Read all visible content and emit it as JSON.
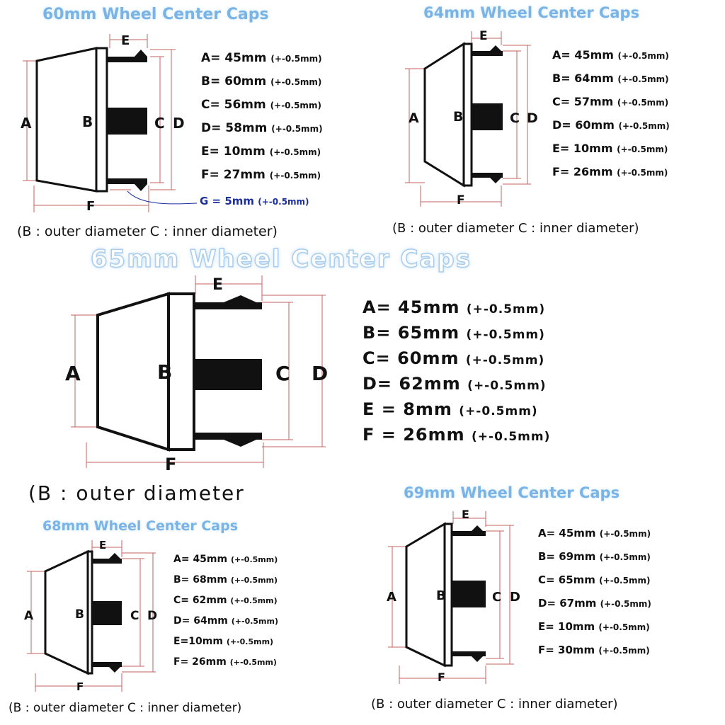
{
  "colors": {
    "title": "#7ab4e6",
    "outline": "#111111",
    "dimension_line": "#c76060",
    "g_label": "#1c2fa0"
  },
  "caps": {
    "cap60": {
      "title": "60mm Wheel Center Caps",
      "labels": {
        "A": "A",
        "B": "B",
        "C": "C",
        "D": "D",
        "E": "E",
        "F": "F"
      },
      "specs": [
        {
          "text": "A= 45mm",
          "tol": "(+-0.5mm)"
        },
        {
          "text": "B= 60mm",
          "tol": "(+-0.5mm)"
        },
        {
          "text": "C= 56mm",
          "tol": "(+-0.5mm)"
        },
        {
          "text": "D= 58mm",
          "tol": "(+-0.5mm)"
        },
        {
          "text": "E= 10mm",
          "tol": "(+-0.5mm)"
        },
        {
          "text": "F= 27mm",
          "tol": "(+-0.5mm)"
        }
      ],
      "g_spec": {
        "text": "G = 5mm",
        "tol": "(+-0.5mm)"
      },
      "note": "(B : outer diameter   C : inner diameter)"
    },
    "cap64": {
      "title": "64mm Wheel Center Caps",
      "labels": {
        "A": "A",
        "B": "B",
        "C": "C",
        "D": "D",
        "E": "E",
        "F": "F"
      },
      "specs": [
        {
          "text": "A= 45mm",
          "tol": "(+-0.5mm)"
        },
        {
          "text": "B= 64mm",
          "tol": "(+-0.5mm)"
        },
        {
          "text": "C= 57mm",
          "tol": "(+-0.5mm)"
        },
        {
          "text": "D= 60mm",
          "tol": "(+-0.5mm)"
        },
        {
          "text": "E= 10mm",
          "tol": "(+-0.5mm)"
        },
        {
          "text": "F= 26mm",
          "tol": "(+-0.5mm)"
        }
      ],
      "note": "(B : outer diameter   C : inner diameter)"
    },
    "cap65": {
      "title": "65mm  Wheel Center Caps",
      "labels": {
        "A": "A",
        "B": "B",
        "C": "C",
        "D": "D",
        "E": "E",
        "F": "F"
      },
      "specs": [
        {
          "text": "A= 45mm",
          "tol": "(+-0.5mm)"
        },
        {
          "text": "B=  65mm",
          "tol": "(+-0.5mm)"
        },
        {
          "text": "C=  60mm",
          "tol": "(+-0.5mm)"
        },
        {
          "text": "D= 62mm",
          "tol": "(+-0.5mm)"
        },
        {
          "text": "E = 8mm",
          "tol": "(+-0.5mm)"
        },
        {
          "text": "F =  26mm",
          "tol": "(+-0.5mm)"
        }
      ],
      "note": "(B : outer diameter"
    },
    "cap68": {
      "title": "68mm Wheel Center Caps",
      "labels": {
        "A": "A",
        "B": "B",
        "C": "C",
        "D": "D",
        "E": "E",
        "F": "F"
      },
      "specs": [
        {
          "text": "A= 45mm",
          "tol": "(+-0.5mm)"
        },
        {
          "text": "B= 68mm",
          "tol": "(+-0.5mm)"
        },
        {
          "text": "C= 62mm",
          "tol": "(+-0.5mm)"
        },
        {
          "text": "D= 64mm",
          "tol": "(+-0.5mm)"
        },
        {
          "text": "E=10mm",
          "tol": "(+-0.5mm)"
        },
        {
          "text": "F= 26mm",
          "tol": "(+-0.5mm)"
        }
      ],
      "note": "(B : outer diameter   C : inner diameter)"
    },
    "cap69": {
      "title": "69mm Wheel Center Caps",
      "labels": {
        "A": "A",
        "B": "B",
        "C": "C",
        "D": "D",
        "E": "E",
        "F": "F"
      },
      "specs": [
        {
          "text": "A= 45mm",
          "tol": "(+-0.5mm)"
        },
        {
          "text": "B= 69mm",
          "tol": "(+-0.5mm)"
        },
        {
          "text": "C= 65mm",
          "tol": "(+-0.5mm)"
        },
        {
          "text": "D= 67mm",
          "tol": "(+-0.5mm)"
        },
        {
          "text": "E= 10mm",
          "tol": "(+-0.5mm)"
        },
        {
          "text": "F= 30mm",
          "tol": "(+-0.5mm)"
        }
      ],
      "note": "(B : outer diameter   C : inner diameter)"
    }
  }
}
